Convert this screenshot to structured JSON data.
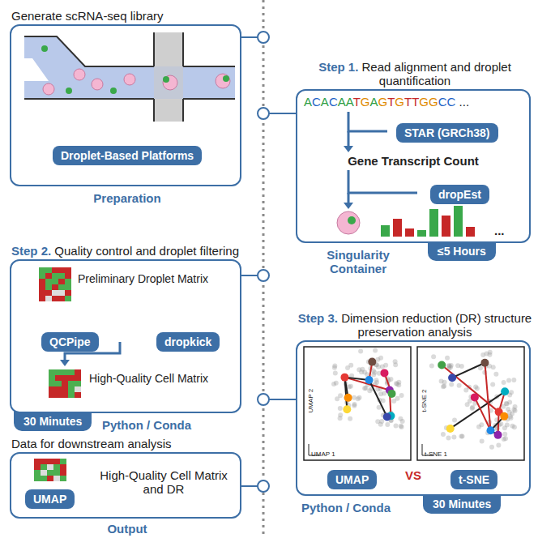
{
  "diagram": {
    "nodes": [
      {
        "text": [
          "Generate scRNA-seq library",
          "Preparation"
        ]
      },
      {
        "text": [
          "Droplet-Based Platforms"
        ],
        "in": 0
      },
      {
        "text": [
          "Step 1. Read alignment and droplet quantification",
          "Singularity Container"
        ]
      },
      {
        "text": [
          "STAR (GRCh38)"
        ],
        "in": 2
      },
      {
        "text": [
          "dropEst"
        ],
        "in": 2
      },
      {
        "text": [
          "≤5 Hours"
        ]
      },
      {
        "text": [
          "Step 2. Quality control and droplet filtering",
          "Python / Conda"
        ]
      },
      {
        "text": [
          "QCPipe"
        ],
        "in": 6
      },
      {
        "text": [
          "dropkick"
        ],
        "in": 6
      },
      {
        "text": [
          "30 Minutes"
        ]
      },
      {
        "text": [
          "Step 3. Dimension reduction (DR) structure preservation analysis",
          "Python / Conda"
        ]
      },
      {
        "text": [
          "UMAP"
        ],
        "in": 10
      },
      {
        "text": [
          "t-SNE"
        ],
        "in": 10
      },
      {
        "text": [
          "30 Minutes"
        ]
      },
      {
        "text": [
          "Data for downstream analysis",
          "Output"
        ]
      },
      {
        "text": [
          "UMAP"
        ],
        "in": 14
      }
    ],
    "labels": [
      "ACACAATGAGTGTTGGCC ...",
      "Gene Transcript Count",
      "...",
      "Preliminary Droplet Matrix",
      "High-Quality Cell Matrix",
      "VS",
      "UMAP 2",
      "UMAP 1",
      "t-SNE 2",
      "t-SNE 1",
      "High-Quality Cell Matrix and DR"
    ]
  }
}
